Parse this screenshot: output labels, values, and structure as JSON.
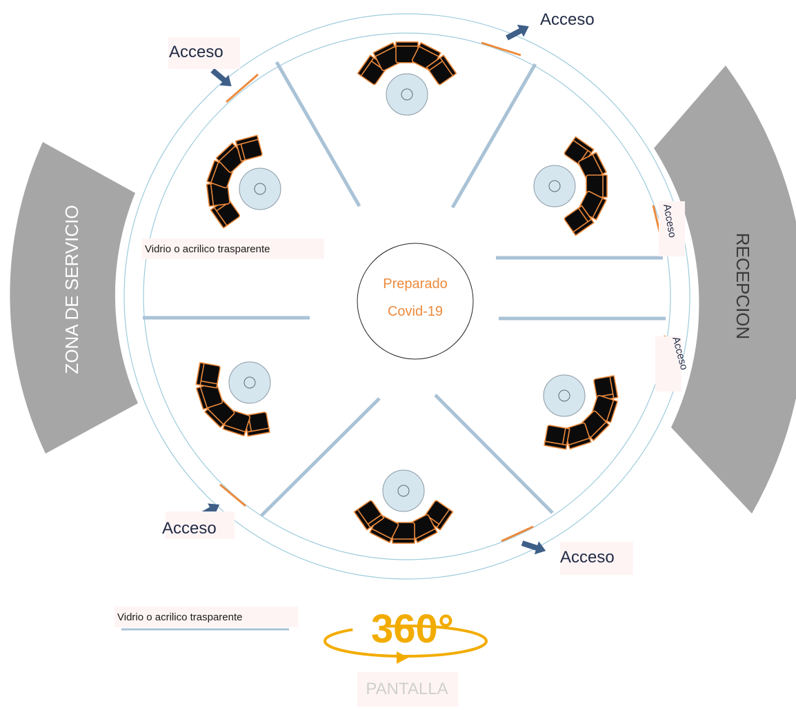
{
  "center": {
    "line1": "Preparado",
    "line2": "Covid-19"
  },
  "zones": {
    "left": "ZONA DE SERVICIO",
    "right": "RECEPCION"
  },
  "access_label": "Acceso",
  "glass_label": "Vidrio o acrilico trasparente",
  "legend": {
    "glass_label": "Vidrio o acrilico trasparente"
  },
  "badge": {
    "value": "360°",
    "caption": "PANTALLA"
  },
  "pods": [
    {
      "id": "top"
    },
    {
      "id": "top-right"
    },
    {
      "id": "bottom-right"
    },
    {
      "id": "bottom"
    },
    {
      "id": "bottom-left"
    },
    {
      "id": "top-left"
    }
  ],
  "colors": {
    "zone_gray": "#a6a6a6",
    "ring_line": "#9ccbdc",
    "glass": "#a9c2d6",
    "glass_edge": "#7fa3bf",
    "door": "#ed8a3c",
    "arrow": "#3e5f88",
    "sofa_fill": "#0b0b0b",
    "sofa_edge": "#ed8a3c",
    "table_fill": "#d6e6ee",
    "center_text": "#ed8a3c",
    "badge": "#f2ac00",
    "caption": "#cfcfcf",
    "label_bg": "#fff4f4"
  }
}
